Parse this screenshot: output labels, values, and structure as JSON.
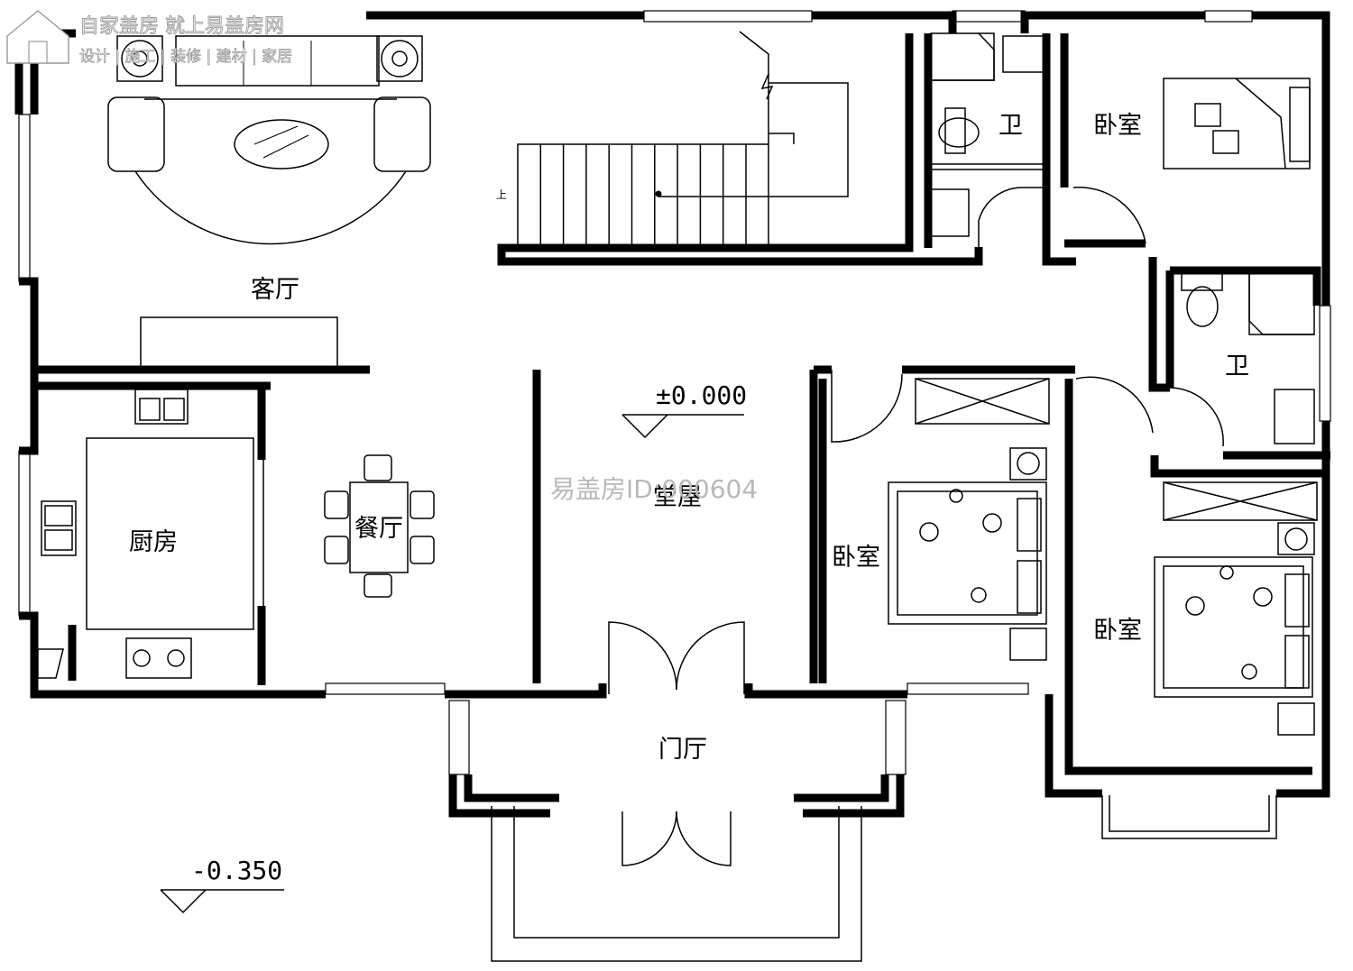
{
  "logo": {
    "title": "自家盖房 就上易盖房网",
    "subtitle": "设计 | 施工 | 装修 | 建材 | 家居"
  },
  "rooms": {
    "living_room": "客厅",
    "kitchen": "厨房",
    "dining_room": "餐厅",
    "main_hall": "堂屋",
    "entrance_hall": "门厅",
    "bedroom_top_right": "卧室",
    "bedroom_middle": "卧室",
    "bedroom_bottom_right": "卧室",
    "bathroom_top": "卫",
    "bathroom_right": "卫"
  },
  "levels": {
    "indoor": "±0.000",
    "outdoor": "-0.350"
  },
  "stair_up_mark": "上",
  "watermark": "易盖房ID:000604"
}
